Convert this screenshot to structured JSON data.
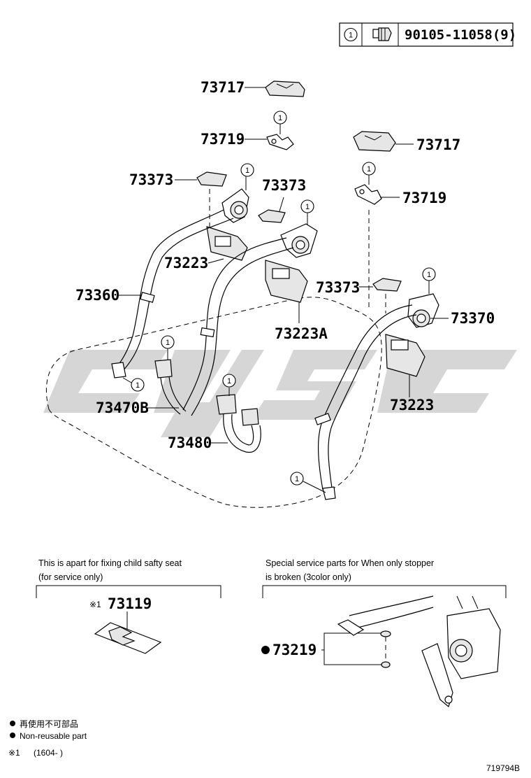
{
  "bolt_table": {
    "ref": "1",
    "part_no": "90105-11058(9)"
  },
  "callouts": [
    {
      "id": "c1",
      "label": "73717"
    },
    {
      "id": "c2",
      "label": "73719"
    },
    {
      "id": "c3",
      "label": "73717"
    },
    {
      "id": "c4",
      "label": "73373"
    },
    {
      "id": "c5",
      "label": "73373"
    },
    {
      "id": "c6",
      "label": "73719"
    },
    {
      "id": "c7",
      "label": "73223"
    },
    {
      "id": "c8",
      "label": "73373"
    },
    {
      "id": "c9",
      "label": "73360"
    },
    {
      "id": "c10",
      "label": "73370"
    },
    {
      "id": "c11",
      "label": "73223A"
    },
    {
      "id": "c12",
      "label": "73223"
    },
    {
      "id": "c13",
      "label": "73470B"
    },
    {
      "id": "c14",
      "label": "73480"
    }
  ],
  "ref_marker": "1",
  "child_seat_note": {
    "line1": "This is apart for fixing child safty seat",
    "line2": "(for service only)",
    "prefix": "※1",
    "part": "73119"
  },
  "stopper_note": {
    "line1": "Special service parts for When only stopper",
    "line2": "is broken (3color only)",
    "part": "73219"
  },
  "legend": {
    "jp": "再使用不可部品",
    "en": "Non-reusable part",
    "note_mark": "※1",
    "note_range": "(1604-        )"
  },
  "figure_id": "719794B"
}
